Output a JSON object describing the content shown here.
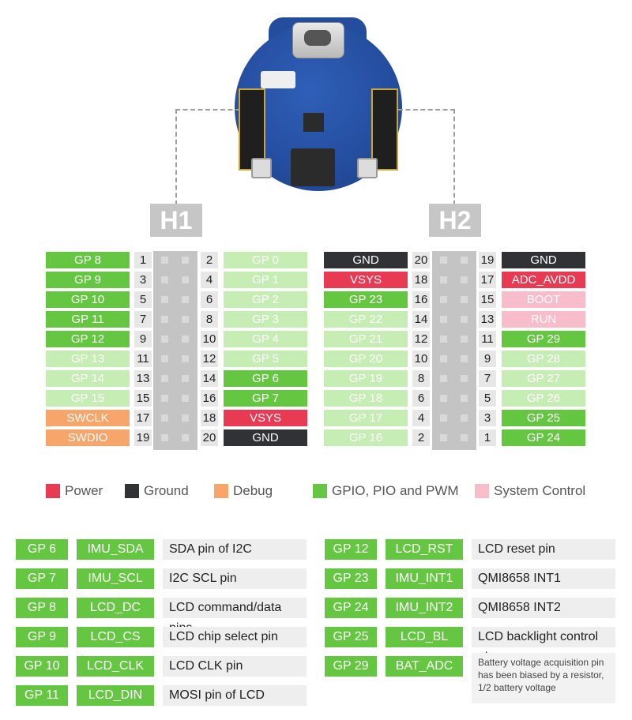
{
  "colors": {
    "power": "#e83a52",
    "ground": "#313236",
    "debug": "#f7a56a",
    "gpio": "#65c641",
    "gpio_light": "#c6edb4",
    "system_control": "#f8bccb"
  },
  "board": {
    "h1_label": "H1",
    "h2_label": "H2"
  },
  "h1": {
    "left": [
      {
        "label": "GP 8",
        "num": "1",
        "type": "gpio"
      },
      {
        "label": "GP 9",
        "num": "3",
        "type": "gpio"
      },
      {
        "label": "GP 10",
        "num": "5",
        "type": "gpio"
      },
      {
        "label": "GP 11",
        "num": "7",
        "type": "gpio"
      },
      {
        "label": "GP 12",
        "num": "9",
        "type": "gpio"
      },
      {
        "label": "GP 13",
        "num": "11",
        "type": "gpio-light"
      },
      {
        "label": "GP 14",
        "num": "13",
        "type": "gpio-light"
      },
      {
        "label": "GP 15",
        "num": "15",
        "type": "gpio-light"
      },
      {
        "label": "SWCLK",
        "num": "17",
        "type": "debug"
      },
      {
        "label": "SWDIO",
        "num": "19",
        "type": "debug"
      }
    ],
    "right": [
      {
        "label": "GP 0",
        "num": "2",
        "type": "gpio-light"
      },
      {
        "label": "GP 1",
        "num": "4",
        "type": "gpio-light"
      },
      {
        "label": "GP 2",
        "num": "6",
        "type": "gpio-light"
      },
      {
        "label": "GP 3",
        "num": "8",
        "type": "gpio-light"
      },
      {
        "label": "GP 4",
        "num": "10",
        "type": "gpio-light"
      },
      {
        "label": "GP 5",
        "num": "12",
        "type": "gpio-light"
      },
      {
        "label": "GP 6",
        "num": "14",
        "type": "gpio"
      },
      {
        "label": "GP 7",
        "num": "16",
        "type": "gpio"
      },
      {
        "label": "VSYS",
        "num": "18",
        "type": "power"
      },
      {
        "label": "GND",
        "num": "20",
        "type": "ground"
      }
    ]
  },
  "h2": {
    "left": [
      {
        "label": "GND",
        "num": "20",
        "type": "ground"
      },
      {
        "label": "VSYS",
        "num": "18",
        "type": "power"
      },
      {
        "label": "GP 23",
        "num": "16",
        "type": "gpio"
      },
      {
        "label": "GP 22",
        "num": "14",
        "type": "gpio-light"
      },
      {
        "label": "GP 21",
        "num": "12",
        "type": "gpio-light"
      },
      {
        "label": "GP 20",
        "num": "10",
        "type": "gpio-light"
      },
      {
        "label": "GP 19",
        "num": "8",
        "type": "gpio-light"
      },
      {
        "label": "GP 18",
        "num": "6",
        "type": "gpio-light"
      },
      {
        "label": "GP 17",
        "num": "4",
        "type": "gpio-light"
      },
      {
        "label": "GP 16",
        "num": "2",
        "type": "gpio-light"
      }
    ],
    "right": [
      {
        "label": "GND",
        "num": "19",
        "type": "ground"
      },
      {
        "label": "ADC_AVDD",
        "num": "17",
        "type": "power"
      },
      {
        "label": "BOOT",
        "num": "15",
        "type": "sysctl"
      },
      {
        "label": "RUN",
        "num": "13",
        "type": "sysctl"
      },
      {
        "label": "GP 29",
        "num": "11",
        "type": "gpio"
      },
      {
        "label": "GP 28",
        "num": "9",
        "type": "gpio-light"
      },
      {
        "label": "GP 27",
        "num": "7",
        "type": "gpio-light"
      },
      {
        "label": "GP 26",
        "num": "5",
        "type": "gpio-light"
      },
      {
        "label": "GP 25",
        "num": "3",
        "type": "gpio"
      },
      {
        "label": "GP 24",
        "num": "1",
        "type": "gpio"
      }
    ]
  },
  "legend": [
    {
      "label": "Power",
      "type": "power"
    },
    {
      "label": "Ground",
      "type": "ground"
    },
    {
      "label": "Debug",
      "type": "debug"
    },
    {
      "label": "GPIO, PIO and PWM",
      "type": "gpio"
    },
    {
      "label": "System Control",
      "type": "sysctl"
    }
  ],
  "table_left": [
    {
      "gp": "GP 6",
      "fn": "IMU_SDA",
      "desc": "SDA pin of I2C"
    },
    {
      "gp": "GP 7",
      "fn": "IMU_SCL",
      "desc": "I2C SCL pin"
    },
    {
      "gp": "GP 8",
      "fn": "LCD_DC",
      "desc": "LCD command/data pins"
    },
    {
      "gp": "GP 9",
      "fn": "LCD_CS",
      "desc": "LCD chip select pin"
    },
    {
      "gp": "GP 10",
      "fn": "LCD_CLK",
      "desc": "LCD CLK pin"
    },
    {
      "gp": "GP 11",
      "fn": "LCD_DIN",
      "desc": "MOSI pin of LCD"
    }
  ],
  "table_right": [
    {
      "gp": "GP 12",
      "fn": "LCD_RST",
      "desc": "LCD reset pin"
    },
    {
      "gp": "GP 23",
      "fn": "IMU_INT1",
      "desc": "QMI8658 INT1"
    },
    {
      "gp": "GP 24",
      "fn": "IMU_INT2",
      "desc": "QMI8658 INT2"
    },
    {
      "gp": "GP 25",
      "fn": "LCD_BL",
      "desc": "LCD backlight control pin"
    },
    {
      "gp": "GP 29",
      "fn": "BAT_ADC",
      "desc": "Battery voltage acquisition pin",
      "desc2": "has been biased by a resistor,",
      "desc3": "1/2 battery voltage"
    }
  ]
}
